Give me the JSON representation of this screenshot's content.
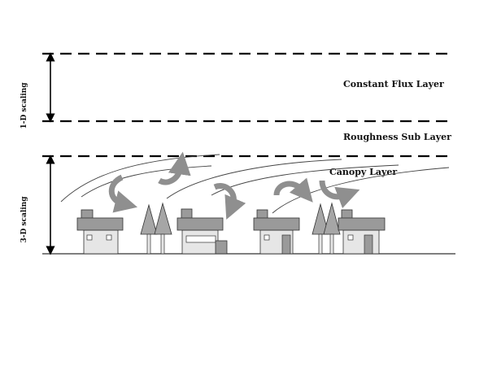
{
  "layers": {
    "constant_flux": "Constant Flux Layer",
    "roughness_sub": "Roughness Sub Layer",
    "canopy": "Canopy Layer"
  },
  "scaling": {
    "one_d": "1-D scaling",
    "three_d": "3-D scaling"
  },
  "colors": {
    "roof": "#9a9a9a",
    "wall": "#e6e6e6",
    "tree": "#a6a6a6",
    "swirl": "#8f8f8f"
  }
}
